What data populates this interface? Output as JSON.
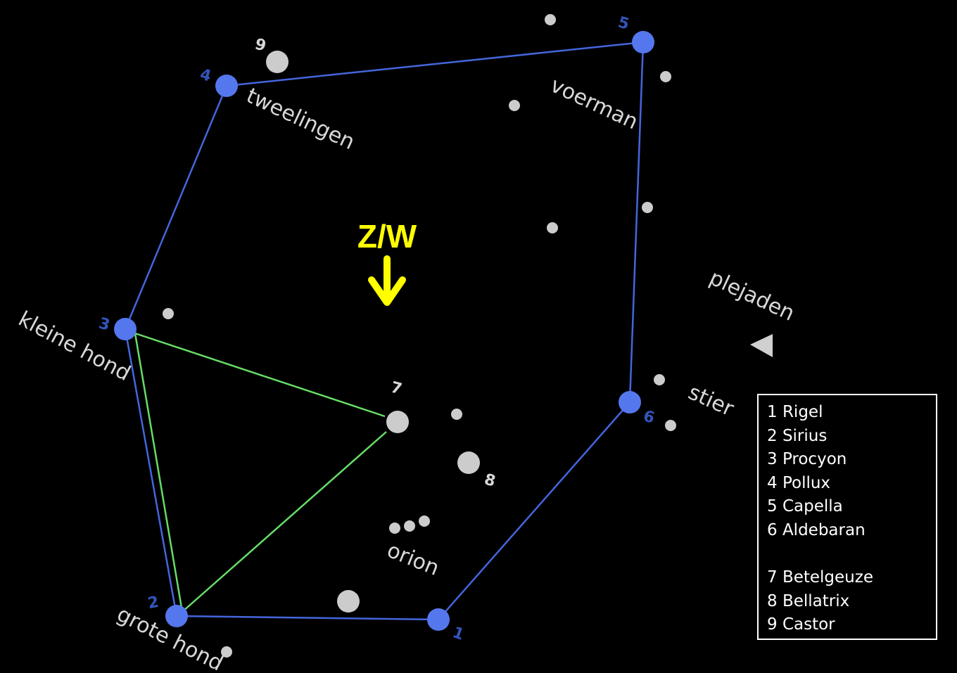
{
  "title": "Z/W",
  "colors": {
    "background": "#000000",
    "main_star": "#5577ee",
    "minor_star": "#cccccc",
    "outer_line": "#4466dd",
    "inner_line": "#66dd66",
    "arrow": "#ffff00",
    "label": "#d8d8d8",
    "number": "#3355bb"
  },
  "main_stars": [
    {
      "num": "1",
      "name": "Rigel"
    },
    {
      "num": "2",
      "name": "Sirius"
    },
    {
      "num": "3",
      "name": "Procyon"
    },
    {
      "num": "4",
      "name": "Pollux"
    },
    {
      "num": "5",
      "name": "Capella"
    },
    {
      "num": "6",
      "name": "Aldebaran"
    }
  ],
  "other_stars": [
    {
      "num": "7",
      "name": "Betelgeuze"
    },
    {
      "num": "8",
      "name": "Bellatrix"
    },
    {
      "num": "9",
      "name": "Castor"
    }
  ],
  "constellations": {
    "tweelingen": "tweelingen",
    "voerman": "voerman",
    "kleine_hond": "kleine hond",
    "plejaden": "plejaden",
    "stier": "stier",
    "orion": "orion",
    "grote_hond": "grote hond"
  },
  "legend": [
    "1 Rigel",
    "2 Sirius",
    "3 Procyon",
    "4 Pollux",
    "5 Capella",
    "6 Aldebaran",
    "7 Betelgeuze",
    "8 Bellatrix",
    "9 Castor"
  ]
}
